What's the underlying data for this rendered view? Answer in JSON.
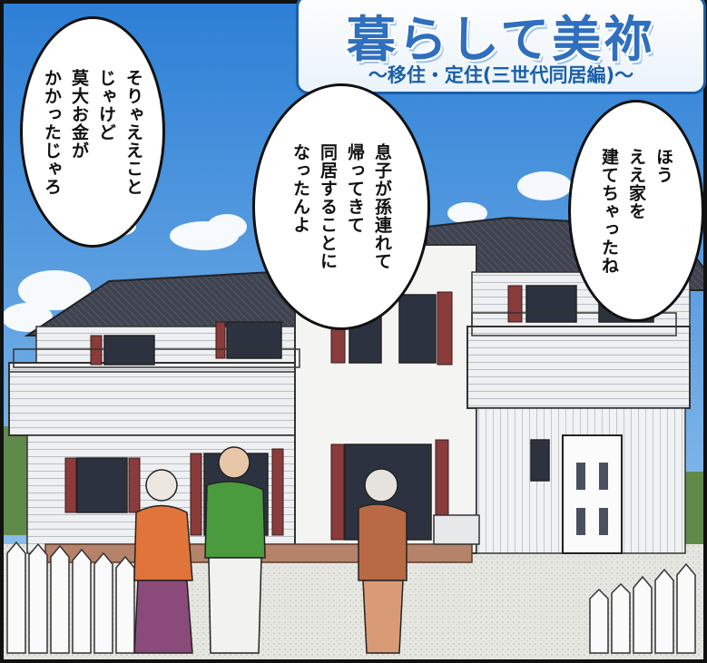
{
  "title": {
    "main": "暮らして美祢",
    "sub": "〜移住・定住(三世代同居編)〜"
  },
  "bubbles": {
    "left": "そりゃええこと\nじゃけど\n莫大お金が\nかかったじゃろ",
    "center": "息子が孫連れて\n帰ってきて\n同居することに\nなったんよ",
    "right": "ほう\nええ家を\n建てちゃったね"
  },
  "colors": {
    "sky": "#3f8fd8",
    "title_blue": "#2f6fbe",
    "shutter": "#8a3b3b",
    "roof": "#3f4350",
    "siding": "#eef0f2"
  }
}
